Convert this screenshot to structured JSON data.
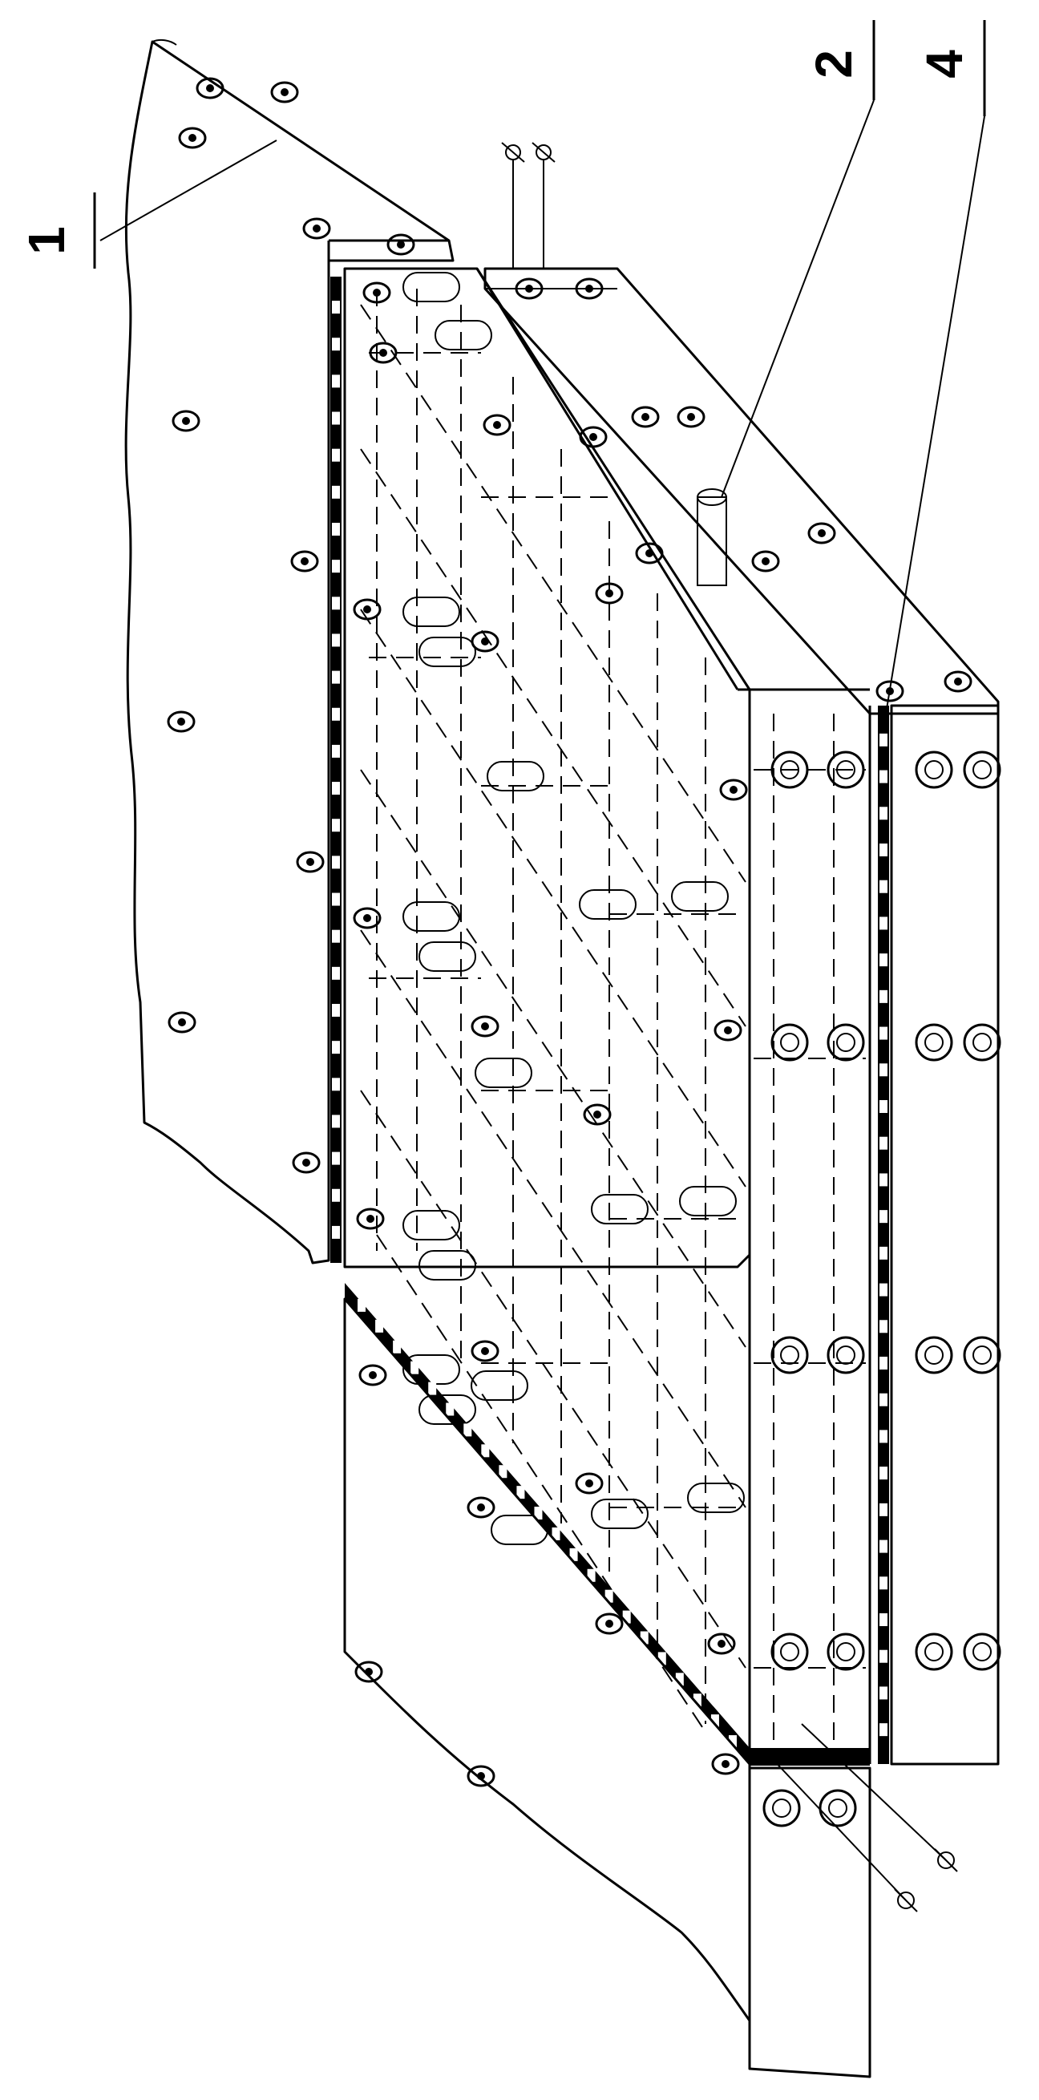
{
  "diagram": {
    "background": "#ffffff",
    "ink": "#000000",
    "callouts": [
      {
        "id": "label-1",
        "text": "1"
      },
      {
        "id": "label-2",
        "text": "2"
      },
      {
        "id": "label-4",
        "text": "4"
      }
    ],
    "parts": [
      "upper-wall-panel",
      "central-dowel-plate",
      "lower-wall-panel",
      "right-edge-strip",
      "lower-right-strip",
      "rear-strip",
      "dashed-dowel-channels",
      "bolt-heads",
      "connection-leads"
    ]
  }
}
